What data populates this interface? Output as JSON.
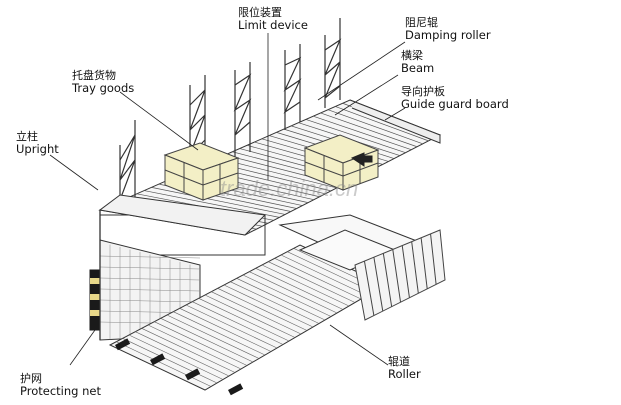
{
  "labels": {
    "limit_device": {
      "zh": "限位装置",
      "en": "Limit device"
    },
    "damping_roller": {
      "zh": "阻尼辊",
      "en": "Damping roller"
    },
    "beam": {
      "zh": "横梁",
      "en": "Beam"
    },
    "tray_goods": {
      "zh": "托盘货物",
      "en": "Tray goods"
    },
    "guide_guard_board": {
      "zh": "导向护板",
      "en": "Guide guard board"
    },
    "upright": {
      "zh": "立柱",
      "en": "Upright"
    },
    "roller": {
      "zh": "辊道",
      "en": "Roller"
    },
    "protecting_net": {
      "zh": "护网",
      "en": "Protecting net"
    }
  },
  "watermark": "trade.china.cn",
  "colors": {
    "line": "#333333",
    "goods": "#f3efc6",
    "deck": "#f6f6f6",
    "stripe": "#1a1a1a",
    "stripe_light": "#e8d88a"
  }
}
